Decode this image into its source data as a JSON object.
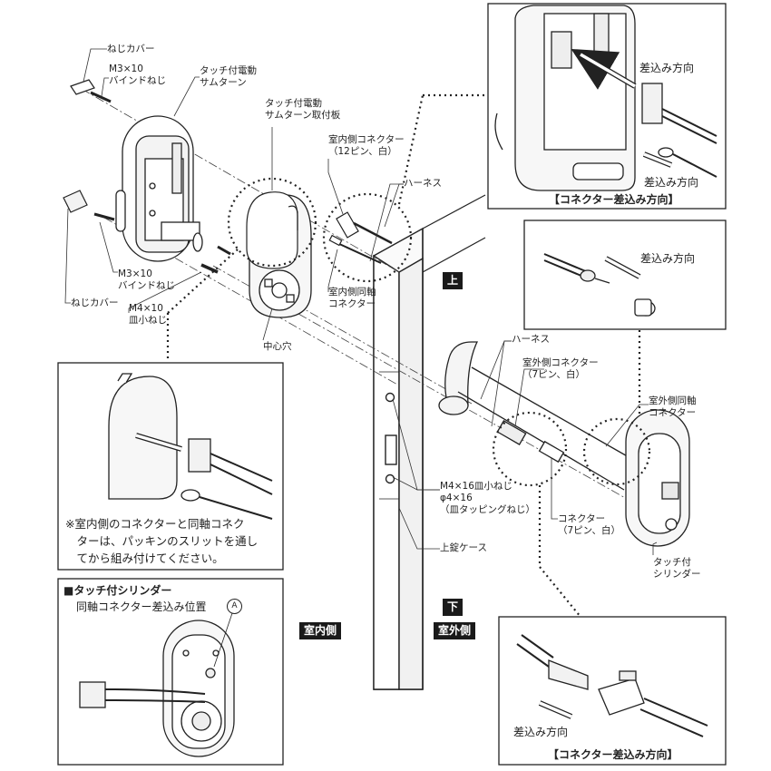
{
  "labels": {
    "screw_cover_top": "ねじカバー",
    "m3_bind_top": "M3×10\nバインドねじ",
    "touch_thumb_turn": "タッチ付電動\nサムターン",
    "thumb_turn_plate": "タッチ付電動\nサムターン取付板",
    "indoor_connector": "室内側コネクター\n（12ピン、白）",
    "harness_top": "ハーネス",
    "m3_bind_bottom": "M3×10\nバインドねじ",
    "screw_cover_bottom": "ねじカバー",
    "m4_flat": "M4×10\n皿小ねじ",
    "indoor_coax": "室内側同軸\nコネクター",
    "center_hole": "中心穴",
    "harness_mid": "ハーネス",
    "outdoor_connector": "室外側コネクター\n（7ピン、白）",
    "outdoor_coax": "室外側同軸\nコネクター",
    "m4_screws": "M4×16皿小ねじ\nφ4×16\n（皿タッピングねじ）",
    "connector_7pin": "コネクター\n（7ピン、白）",
    "upper_lock_case": "上錠ケース",
    "touch_cylinder": "タッチ付\nシリンダー"
  },
  "tags": {
    "up": "上",
    "down": "下",
    "indoor_side": "室内側",
    "outdoor_side": "室外側"
  },
  "insets": {
    "top_right": {
      "insert_dir_1": "差込み方向",
      "insert_dir_2": "差込み方向",
      "title": "【コネクター差込み方向】"
    },
    "mid_right": {
      "insert_dir": "差込み方向"
    },
    "left_mid": {
      "note": "※室内側のコネクターと同軸コネク\n　ターは、パッキンのスリットを通し\n　てから組み付けてください。"
    },
    "bottom_left": {
      "title": "■タッチ付シリンダー",
      "subtitle": "同軸コネクター差込み位置",
      "marker": "A"
    },
    "bottom_right": {
      "insert_dir": "差込み方向",
      "title": "【コネクター差込み方向】"
    }
  }
}
